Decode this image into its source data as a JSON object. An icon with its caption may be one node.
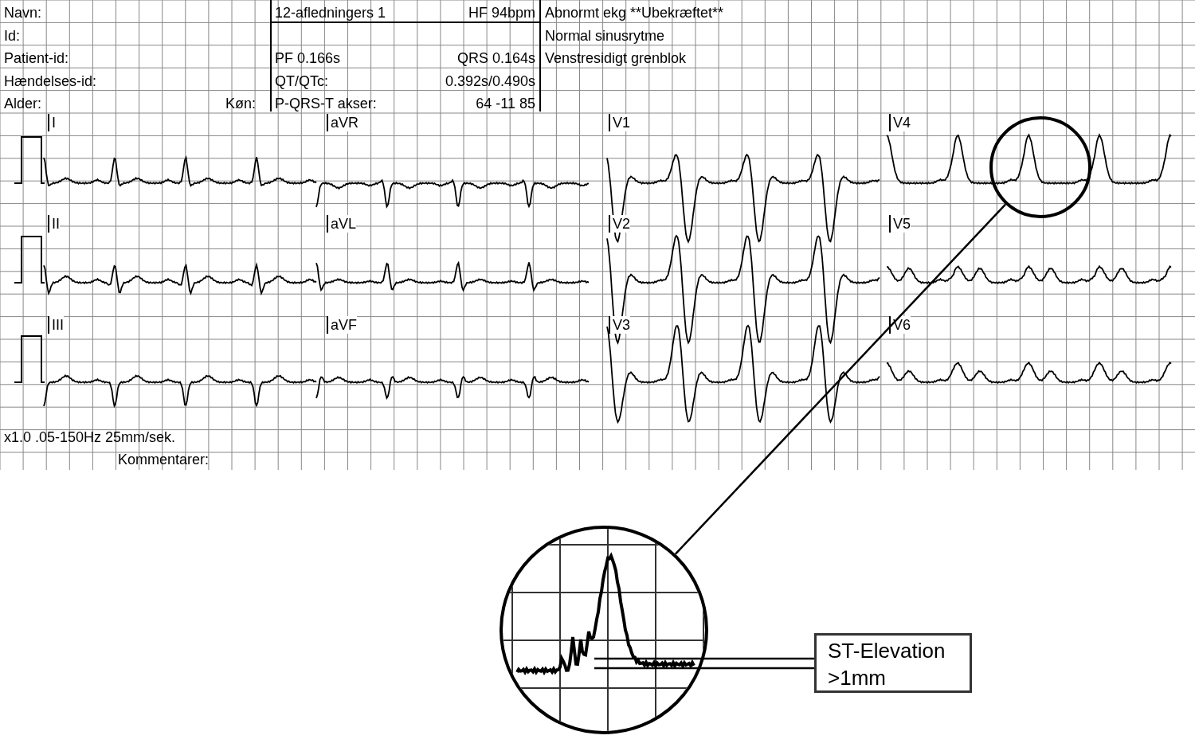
{
  "diagram": {
    "nodes": [
      {
        "text": [],
        "shape": "circle"
      },
      {
        "text": [],
        "shape": "circle"
      },
      {
        "text": [
          "ST-Elevation >1mm"
        ]
      }
    ],
    "edges": [
      {
        "from": 0,
        "to": 1,
        "arrow": "none"
      },
      {
        "from": 2,
        "to": 1,
        "arrow": "none"
      },
      {
        "from": 2,
        "to": 1,
        "arrow": "none"
      }
    ],
    "labels": [
      "Navn:",
      "12-afledningers 1",
      "HF 94bpm",
      "Abnormt ekg **Ubekræftet**",
      "Id:",
      "Normal sinusrytme",
      "Patient-id:",
      "PF 0.166s",
      "QRS 0.164s",
      "Venstresidigt grenblok",
      "Hændelses-id:",
      "QT/QTc:",
      "0.392s/0.490s",
      "Alder:",
      "Køn:",
      "P-QRS-T akser:",
      "64 -11 85",
      "I",
      "aVR",
      "V1",
      "V4",
      "II",
      "aVL",
      "V2",
      "V5",
      "III",
      "aVF",
      "V3",
      "V6",
      "x1.0 .05-150Hz 25mm/sek.",
      "Kommentarer:"
    ]
  }
}
